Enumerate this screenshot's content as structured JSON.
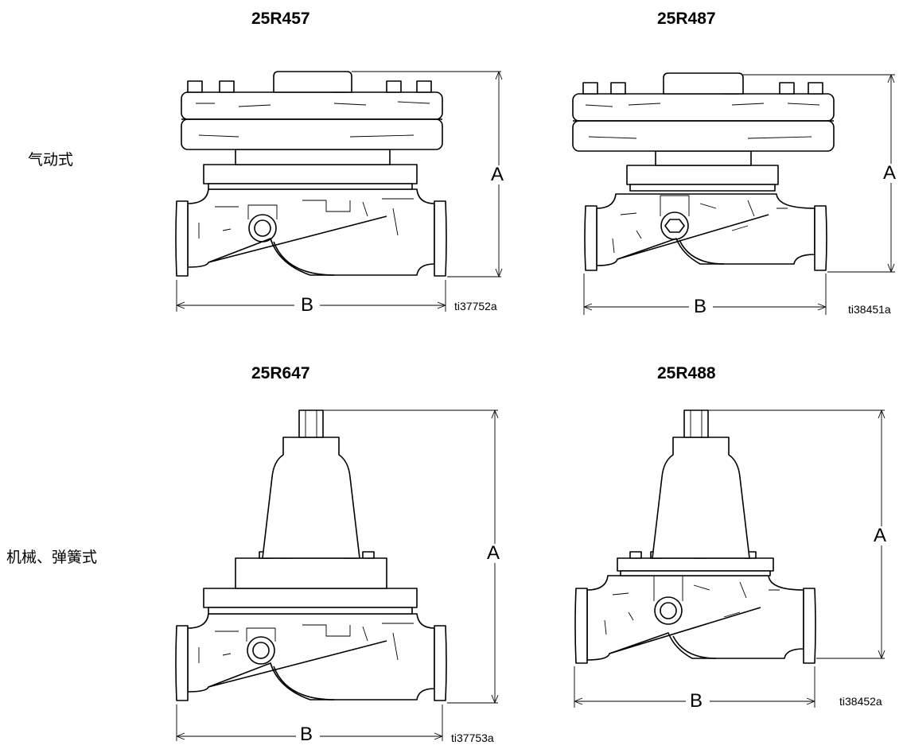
{
  "row_labels": {
    "pneumatic": "气动式",
    "mechanical": "机械、弹簧式"
  },
  "figures": [
    {
      "model": "25R457",
      "ref": "ti37752a",
      "dim_height": "A",
      "dim_width": "B"
    },
    {
      "model": "25R487",
      "ref": "ti38451a",
      "dim_height": "A",
      "dim_width": "B"
    },
    {
      "model": "25R647",
      "ref": "ti37753a",
      "dim_height": "A",
      "dim_width": "B"
    },
    {
      "model": "25R488",
      "ref": "ti38452a",
      "dim_height": "A",
      "dim_width": "B"
    }
  ]
}
